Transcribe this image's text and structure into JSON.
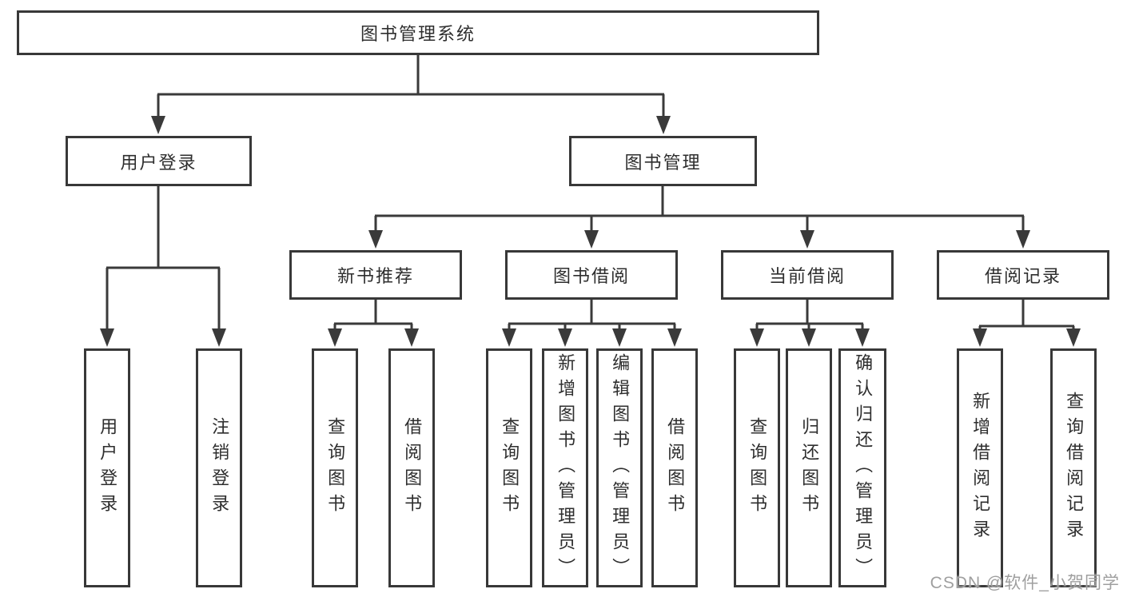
{
  "diagram": {
    "root": "图书管理系统",
    "user_branch": {
      "label": "用户登录",
      "children": [
        "用户登录",
        "注销登录"
      ]
    },
    "book_branch": {
      "label": "图书管理",
      "groups": [
        {
          "label": "新书推荐",
          "children": [
            "查询图书",
            "借阅图书"
          ]
        },
        {
          "label": "图书借阅",
          "children": [
            "查询图书",
            "新增图书（管理员）",
            "编辑图书（管理员）",
            "借阅图书"
          ]
        },
        {
          "label": "当前借阅",
          "children": [
            "查询图书",
            "归还图书",
            "确认归还（管理员）"
          ]
        },
        {
          "label": "借阅记录",
          "children": [
            "新增借阅记录",
            "查询借阅记录"
          ]
        }
      ]
    }
  },
  "watermark": "CSDN @软件_小贺同学",
  "colors": {
    "background": "#ffffff",
    "box_border": "#383838",
    "connector_line": "#3a3a3a",
    "text": "#2e2e2e",
    "watermark": "#9f9f9f"
  }
}
